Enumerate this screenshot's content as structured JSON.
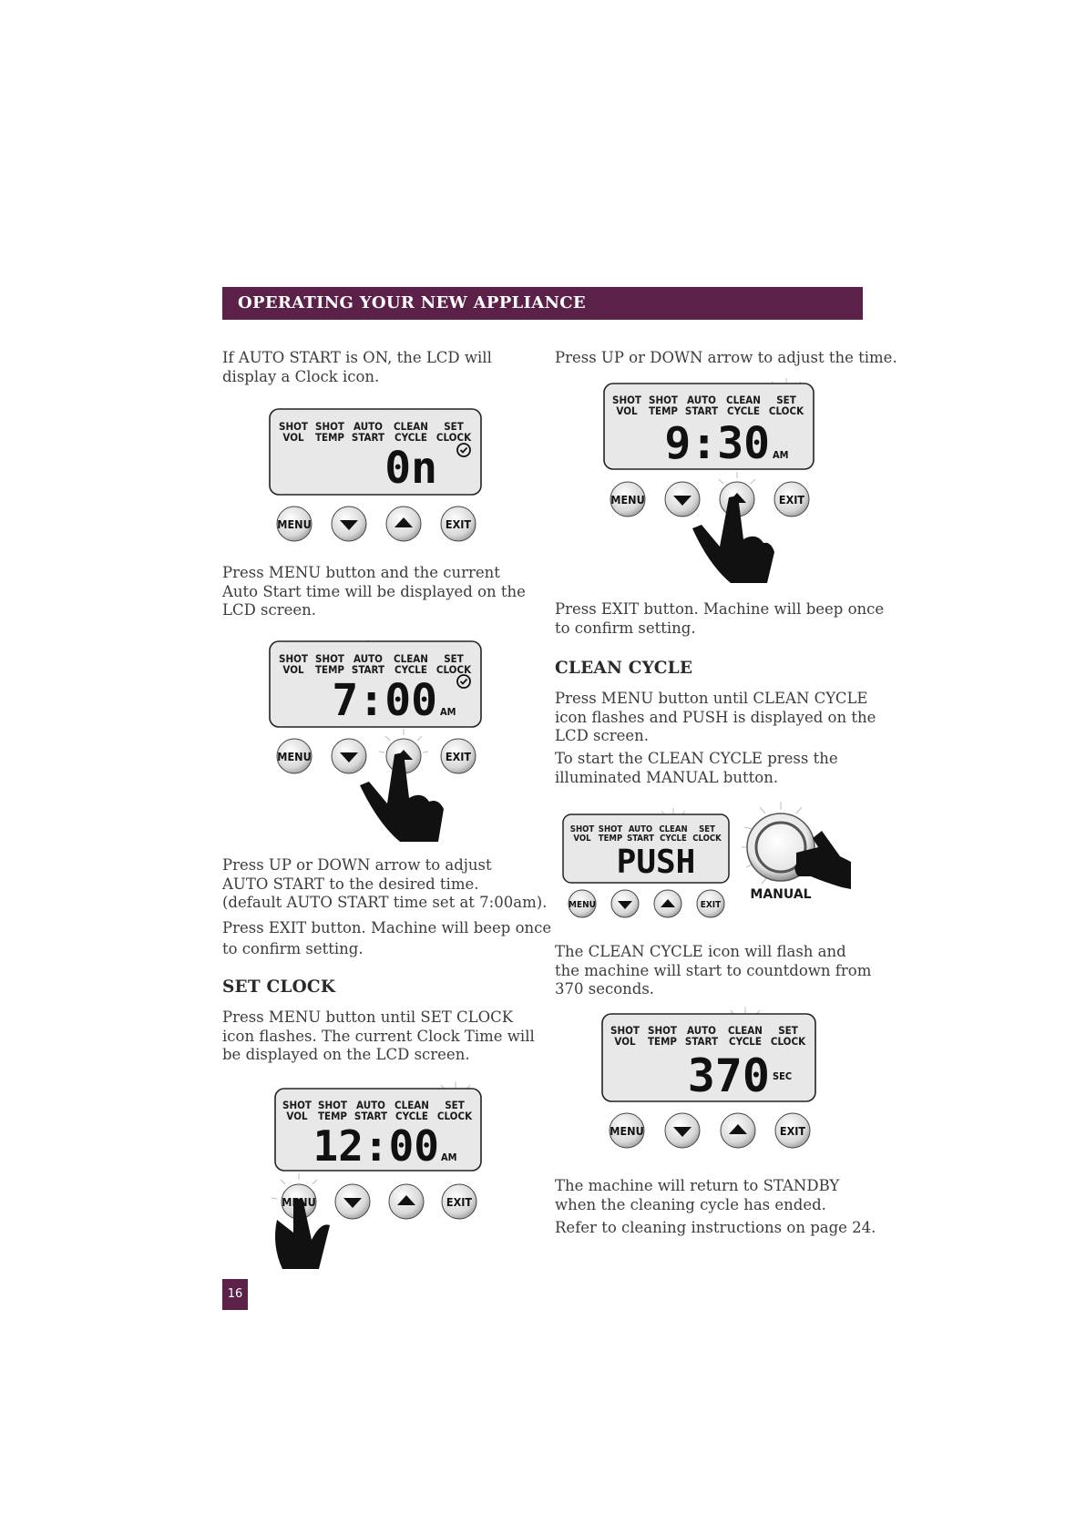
{
  "header": {
    "title": "OPERATING YOUR NEW APPLIANCE"
  },
  "left": {
    "p1": [
      "If AUTO START is ON, the LCD will",
      "display a Clock icon."
    ],
    "p2": [
      "Press MENU button and the current",
      "Auto Start time will be displayed on the",
      "LCD screen."
    ],
    "p3": [
      "Press UP or DOWN arrow to adjust",
      "AUTO START to the desired time.",
      "(default AUTO START time set at 7:00am)."
    ],
    "p4": [
      "Press EXIT button. Machine will beep once",
      "to confirm setting."
    ],
    "set_clock_heading": "SET CLOCK",
    "p5": [
      "Press MENU button until SET CLOCK",
      "icon flashes. The current Clock Time will",
      "be displayed on the LCD screen."
    ]
  },
  "right": {
    "p1": "Press UP or DOWN arrow to adjust the time.",
    "p2": [
      "Press EXIT button. Machine will beep once",
      "to confirm setting."
    ],
    "clean_heading": "CLEAN CYCLE",
    "p3": [
      "Press MENU button until CLEAN CYCLE",
      "icon flashes and PUSH is displayed on the",
      "LCD screen."
    ],
    "p4": [
      "To start the CLEAN CYCLE press the",
      "illuminated MANUAL button."
    ],
    "p5": [
      "The CLEAN CYCLE icon will flash and",
      "the machine will start to countdown from",
      "370 seconds."
    ],
    "p6": [
      "The machine will return to STANDBY",
      "when the cleaning cycle has ended."
    ],
    "p7": "Refer to cleaning instructions on page 24."
  },
  "lcd_labels": {
    "top": [
      "SHOT",
      "SHOT",
      "AUTO",
      "CLEAN",
      "SET"
    ],
    "bottom": [
      "VOL",
      "TEMP",
      "START",
      "CYCLE",
      "CLOCK"
    ]
  },
  "buttons": {
    "menu": "MENU",
    "exit": "EXIT",
    "manual": "MANUAL"
  },
  "displays": {
    "d1": {
      "value": "0n",
      "unit": ""
    },
    "d2": {
      "value": "7:00",
      "unit": "AM"
    },
    "d3": {
      "value": "12:00",
      "unit": "AM"
    },
    "d4": {
      "value": "9:30",
      "unit": "AM"
    },
    "d5": {
      "value": "PUSH",
      "unit": ""
    },
    "d6": {
      "value": "370",
      "unit": "SEC"
    }
  },
  "page_number": "16",
  "colors": {
    "brand": "#5c2149",
    "lcd_bg": "#e8e8e8"
  }
}
